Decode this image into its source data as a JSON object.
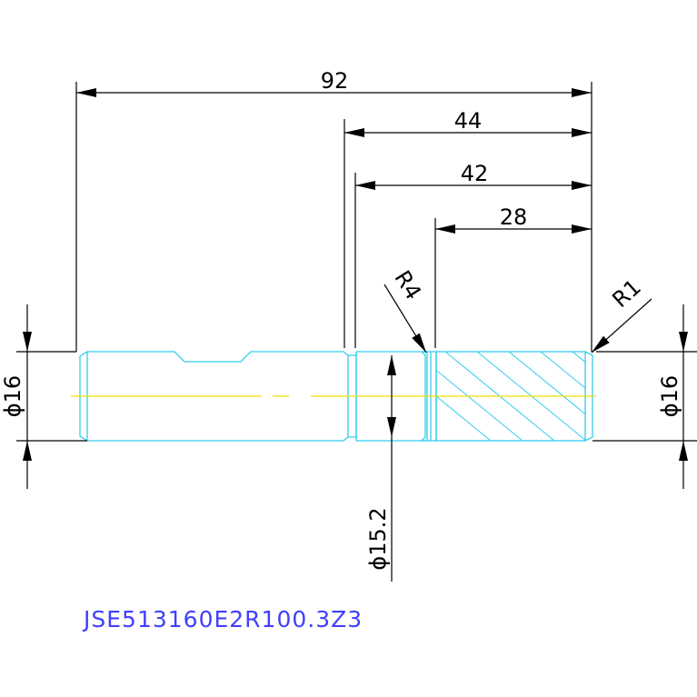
{
  "drawing": {
    "part_number": "JSE513160E2R100.3Z3",
    "colors": {
      "outline": "#33ccee",
      "centerline": "#f0e000",
      "dimension": "#000000",
      "part_number": "#4040ff",
      "hatch": "#33ccee"
    },
    "dimensions": {
      "overall_length": "92",
      "length_44": "44",
      "length_42": "42",
      "length_28": "28",
      "radius_r4": "R4",
      "radius_r1": "R1",
      "diameter_left": "ϕ16",
      "diameter_right": "ϕ16",
      "diameter_groove": "ϕ15.2"
    }
  }
}
